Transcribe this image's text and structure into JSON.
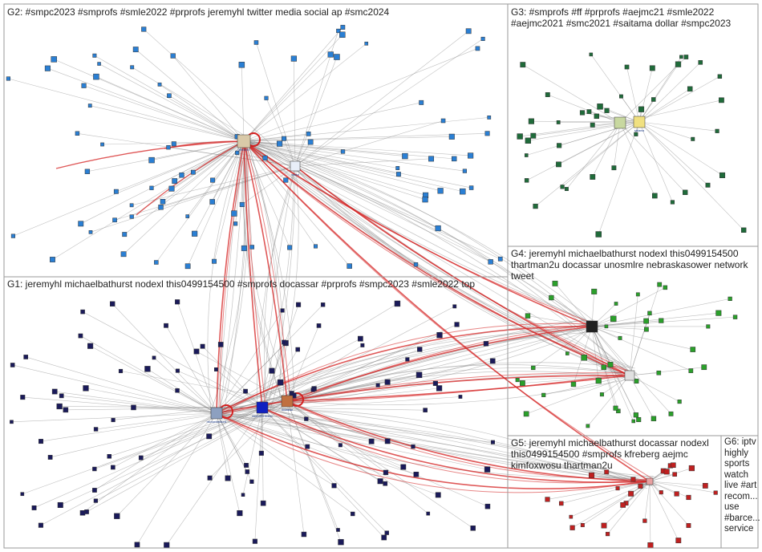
{
  "groups": [
    {
      "id": "G2",
      "title": "G2: #smpc2023 #smprofs #smle2022 #prprofs jeremyhl twitter media social ap #smc2024",
      "accent": "#2a7fd4"
    },
    {
      "id": "G3",
      "title_lines": [
        "G3: #smprofs #ff #prprofs #aejmc21 #smle2022",
        "#aejmc2021 #smc2021 #saitama dollar #smpc2023"
      ],
      "accent": "#1f6b3a"
    },
    {
      "id": "G1",
      "title": "G1: jeremyhl michaelbathurst nodexl this0499154500 #smprofs docassar #prprofs #smpc2023 #smle2022 top",
      "accent": "#1a1a5a"
    },
    {
      "id": "G4",
      "title_lines": [
        "G4: jeremyhl michaelbathurst nodexl this0499154500",
        "thartman2u docassar unosmlre nebraskasower network",
        "tweet"
      ],
      "accent": "#2aa02a"
    },
    {
      "id": "G5",
      "title_lines": [
        "G5: jeremyhl michaelbathurst docassar nodexl",
        "this0499154500 #smprofs kfreberg aejmc",
        "kimfoxwosu thartman2u"
      ],
      "accent": "#c02020"
    },
    {
      "id": "G6",
      "title_lines": [
        "G6: iptv",
        "highly",
        "sports",
        "watch",
        "live #art",
        "recom...",
        "use",
        "#barce...",
        "service"
      ],
      "accent": "#d08000"
    }
  ],
  "hubs": [
    {
      "name": "jeremyhl",
      "label": "jeremyhl"
    },
    {
      "name": "michaelbathurst",
      "label": "michaelbathurst"
    },
    {
      "name": "this0499154500",
      "label": "this0499154500"
    },
    {
      "name": "docassar",
      "label": "docassar"
    },
    {
      "name": "nodexl",
      "label": "nodexl"
    },
    {
      "name": "saitama",
      "label": "saitama"
    }
  ],
  "colors": {
    "edge_gray": "#8a8a8a",
    "edge_red": "#d42020",
    "border": "#9a9a9a"
  }
}
